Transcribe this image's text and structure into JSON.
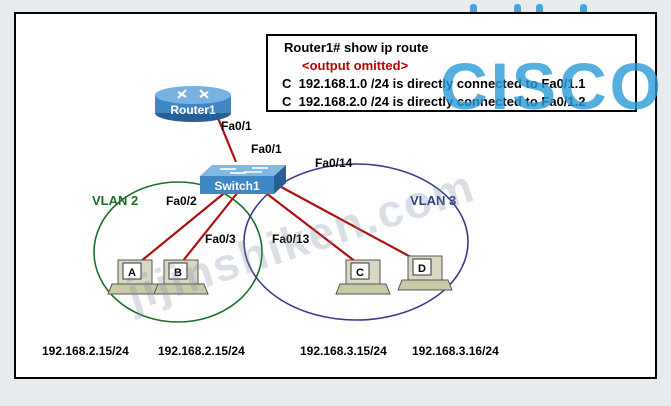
{
  "cli": {
    "prompt": "Router1# show ip route",
    "omitted": "<output omitted>",
    "routes": [
      "C  192.168.1.0 /24 is directly connected to Fa0/1.1",
      "C  192.168.2.0 /24 is directly connected to Fa0/1.2"
    ]
  },
  "devices": {
    "router": "Router1",
    "switch": "Switch1",
    "hosts": [
      "A",
      "B",
      "C",
      "D"
    ]
  },
  "ports": {
    "router_fa01": "Fa0/1",
    "switch_fa01": "Fa0/1",
    "fa014": "Fa0/14",
    "fa02": "Fa0/2",
    "fa03": "Fa0/3",
    "fa013": "Fa0/13"
  },
  "vlans": {
    "vlan2": "VLAN 2",
    "vlan3": "VLAN 3"
  },
  "addresses": {
    "a": "192.168.2.15/24",
    "b": "192.168.2.15/24",
    "c": "192.168.3.15/24",
    "d": "192.168.3.16/24"
  },
  "watermark": "jijinshiken.com",
  "logo": "CISCO",
  "colors": {
    "link": "#b01010",
    "vlan2_ring": "#1e6e2a",
    "vlan3_ring": "#3a3a8a",
    "vlan2_label": "#1e6e2a",
    "vlan3_label": "#2d3b7a",
    "router_fill": "#3f86c4",
    "cisco_blue": "#2a9bd8"
  }
}
